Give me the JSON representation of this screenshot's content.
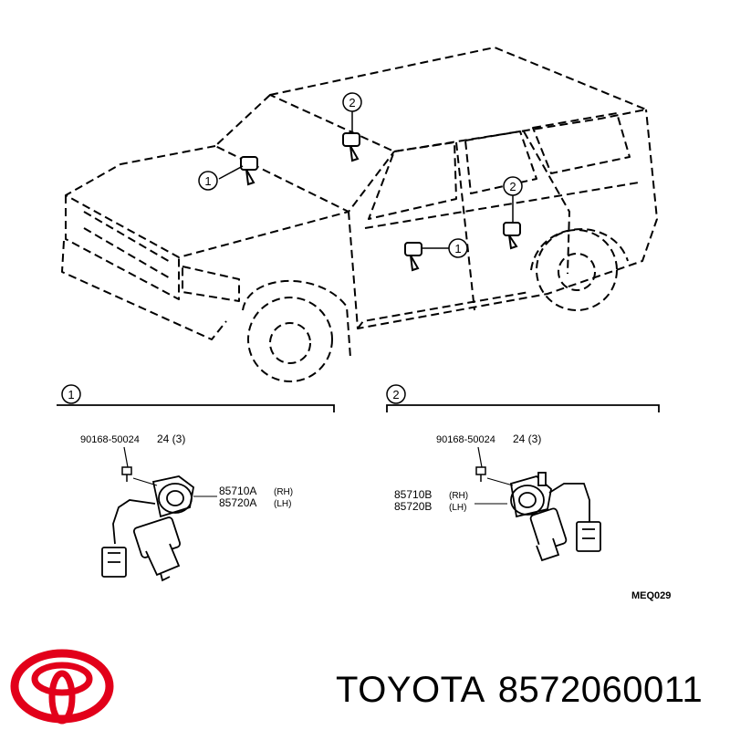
{
  "callouts": {
    "one": "1",
    "two": "2"
  },
  "section_1": {
    "marker": "1",
    "bolt_part": "90168-50024",
    "bolt_torque": "24 (3)",
    "motor_part_rh": "85710A",
    "motor_part_lh": "85720A",
    "side_rh": "(RH)",
    "side_lh": "(LH)"
  },
  "section_2": {
    "marker": "2",
    "bolt_part": "90168-50024",
    "bolt_torque": "24 (3)",
    "motor_part_rh": "85710B",
    "motor_part_lh": "85720B",
    "side_rh": "(RH)",
    "side_lh": "(LH)"
  },
  "diagram_code": "MEQ029",
  "brand": {
    "name": "TOYOTA",
    "part_number": "8572060011",
    "logo": "toyota-logo-icon",
    "logo_color": "#e2001a"
  }
}
